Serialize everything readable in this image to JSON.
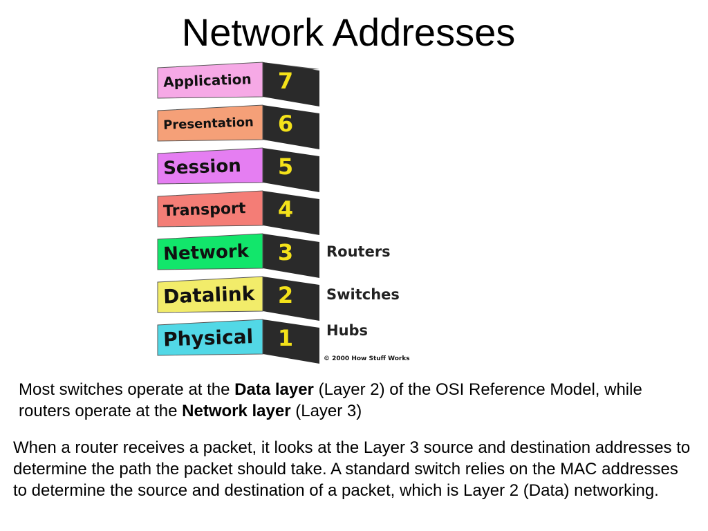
{
  "title": "Network Addresses",
  "colors": {
    "side_face": "#2a2a2a",
    "top_face": "#4a4a4a",
    "number": "#f4e21a"
  },
  "osi_stack": {
    "layers": [
      {
        "number": "7",
        "name": "Application",
        "color": "#f6a9e6"
      },
      {
        "number": "6",
        "name": "Presentation",
        "color": "#f5a078"
      },
      {
        "number": "5",
        "name": "Session",
        "color": "#e57ef2"
      },
      {
        "number": "4",
        "name": "Transport",
        "color": "#f47d76"
      },
      {
        "number": "3",
        "name": "Network",
        "color": "#12e66b"
      },
      {
        "number": "2",
        "name": "Datalink",
        "color": "#f2ec6a"
      },
      {
        "number": "1",
        "name": "Physical",
        "color": "#52d8e6"
      }
    ],
    "devices": [
      {
        "layer": "3",
        "label": "Routers"
      },
      {
        "layer": "2",
        "label": "Switches"
      },
      {
        "layer": "1",
        "label": "Hubs"
      }
    ],
    "copyright": "© 2000 How Stuff Works"
  },
  "para1": {
    "t1": "Most switches operate at the ",
    "b1": "Data layer",
    "t2": " (Layer 2) of the OSI Reference Model, while routers operate at the ",
    "b2": "Network layer",
    "t3": " (Layer 3)"
  },
  "para2": {
    "text": "When a router receives a packet, it looks at the Layer 3 source and destination addresses to determine the path the packet should take. A standard switch relies on the MAC addresses to determine the source and destination of a packet, which is Layer 2 (Data) networking."
  }
}
